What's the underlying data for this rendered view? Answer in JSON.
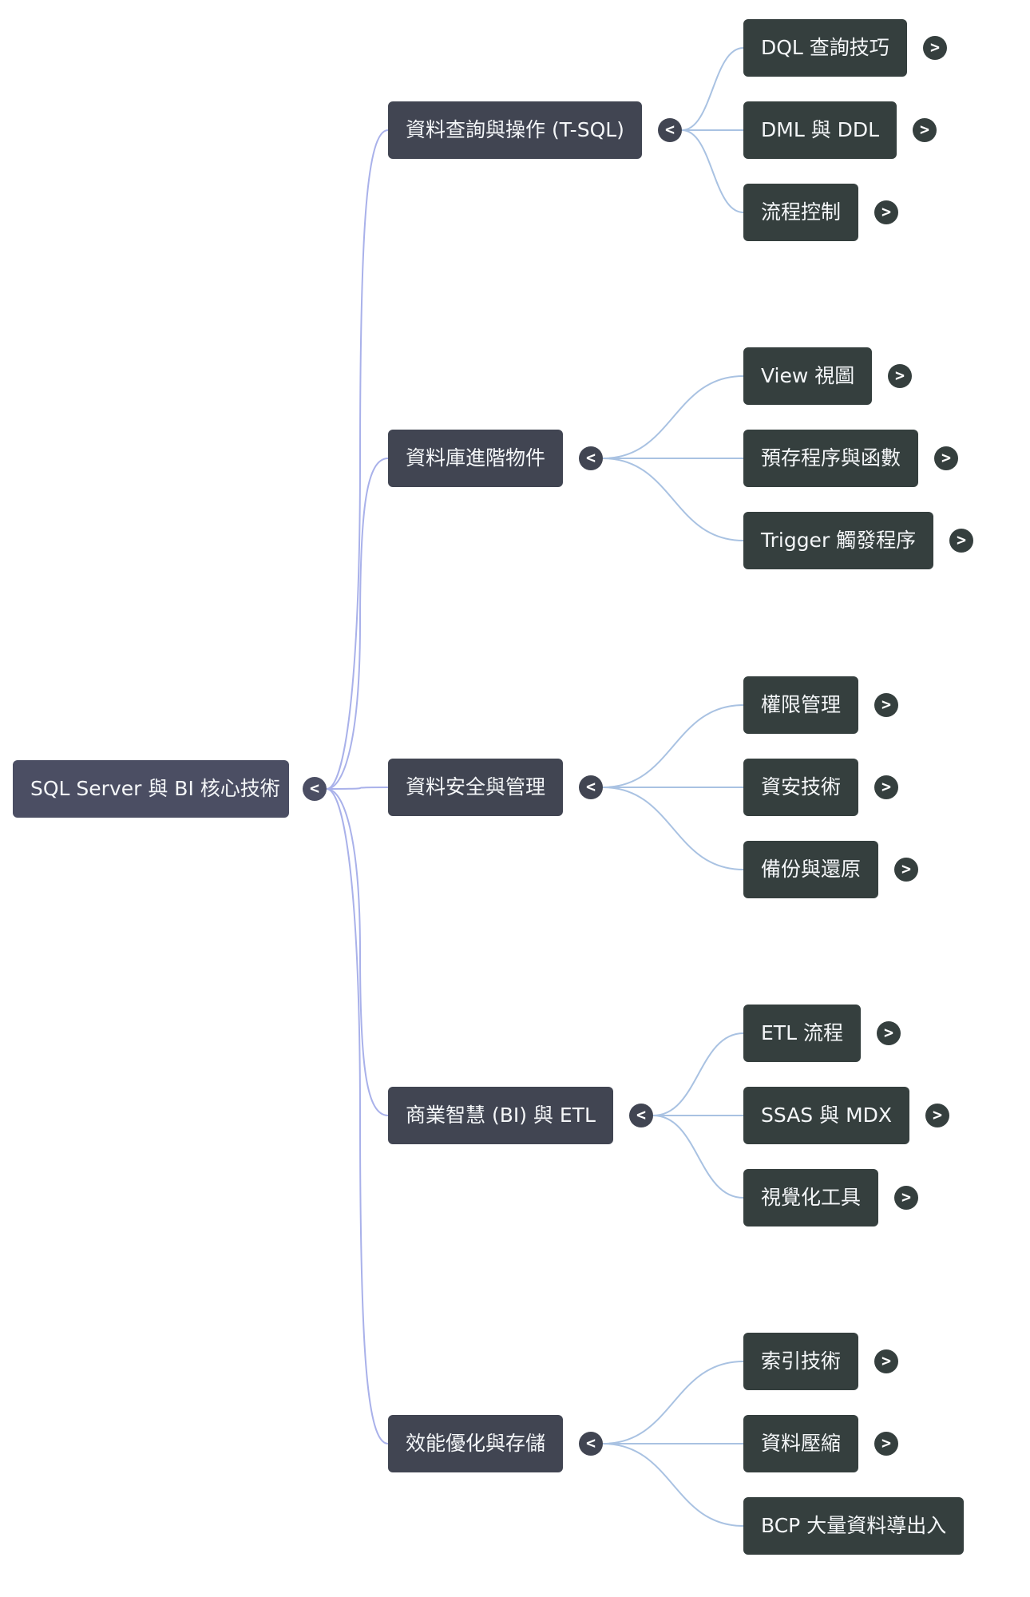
{
  "mindmap": {
    "root": {
      "label": "SQL Server 與 BI 核心技術",
      "toggle": "<"
    },
    "branches": [
      {
        "label": "資料查詢與操作 (T-SQL)",
        "toggle": "<",
        "children": [
          {
            "label": "DQL 查詢技巧",
            "toggle": ">"
          },
          {
            "label": "DML 與 DDL",
            "toggle": ">"
          },
          {
            "label": "流程控制",
            "toggle": ">"
          }
        ]
      },
      {
        "label": "資料庫進階物件",
        "toggle": "<",
        "children": [
          {
            "label": "View 視圖",
            "toggle": ">"
          },
          {
            "label": "預存程序與函數",
            "toggle": ">"
          },
          {
            "label": "Trigger 觸發程序",
            "toggle": ">"
          }
        ]
      },
      {
        "label": "資料安全與管理",
        "toggle": "<",
        "children": [
          {
            "label": "權限管理",
            "toggle": ">"
          },
          {
            "label": "資安技術",
            "toggle": ">"
          },
          {
            "label": "備份與還原",
            "toggle": ">"
          }
        ]
      },
      {
        "label": "商業智慧 (BI) 與 ETL",
        "toggle": "<",
        "children": [
          {
            "label": "ETL 流程",
            "toggle": ">"
          },
          {
            "label": "SSAS 與 MDX",
            "toggle": ">"
          },
          {
            "label": "視覺化工具",
            "toggle": ">"
          }
        ]
      },
      {
        "label": "效能優化與存儲",
        "toggle": "<",
        "children": [
          {
            "label": "索引技術",
            "toggle": ">"
          },
          {
            "label": "資料壓縮",
            "toggle": ">"
          },
          {
            "label": "BCP 大量資料導出入",
            "toggle": null
          }
        ]
      }
    ]
  },
  "colors": {
    "root_fill": "#4b4e63",
    "branch_fill": "#414552",
    "leaf_fill": "#353f3e",
    "root_link": "#a9b1ea",
    "branch_link": "#a9c2e2"
  }
}
